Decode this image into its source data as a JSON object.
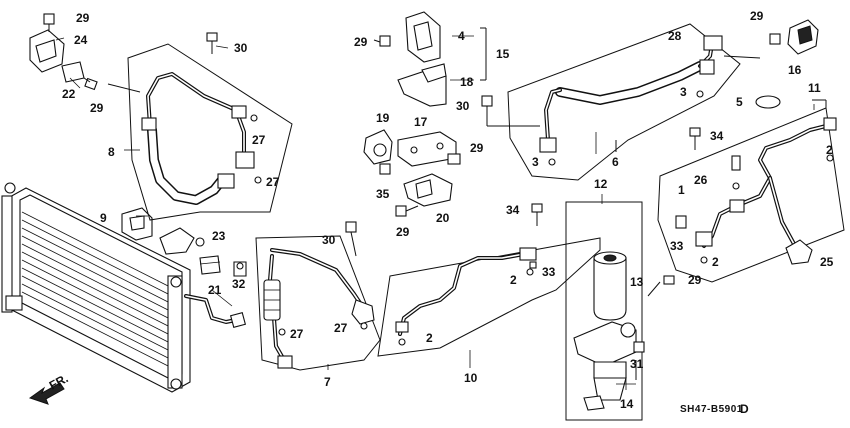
{
  "diagram": {
    "labels": [
      {
        "key": "l29a",
        "text": "29"
      },
      {
        "key": "l24",
        "text": "24"
      },
      {
        "key": "l22",
        "text": "22"
      },
      {
        "key": "l29b",
        "text": "29"
      },
      {
        "key": "l30a",
        "text": "30"
      },
      {
        "key": "l8",
        "text": "8"
      },
      {
        "key": "l27a",
        "text": "27"
      },
      {
        "key": "l27b",
        "text": "27"
      },
      {
        "key": "l9",
        "text": "9"
      },
      {
        "key": "l23",
        "text": "23"
      },
      {
        "key": "l21",
        "text": "21"
      },
      {
        "key": "l32",
        "text": "32"
      },
      {
        "key": "l29c",
        "text": "29"
      },
      {
        "key": "l4",
        "text": "4"
      },
      {
        "key": "l15",
        "text": "15"
      },
      {
        "key": "l18",
        "text": "18"
      },
      {
        "key": "l30b",
        "text": "30"
      },
      {
        "key": "l19",
        "text": "19"
      },
      {
        "key": "l17",
        "text": "17"
      },
      {
        "key": "l29d",
        "text": "29"
      },
      {
        "key": "l35",
        "text": "35"
      },
      {
        "key": "l20",
        "text": "20"
      },
      {
        "key": "l29e",
        "text": "29"
      },
      {
        "key": "l30c",
        "text": "30"
      },
      {
        "key": "l27c",
        "text": "27"
      },
      {
        "key": "l27d",
        "text": "27"
      },
      {
        "key": "l7",
        "text": "7"
      },
      {
        "key": "l28",
        "text": "28"
      },
      {
        "key": "l29f",
        "text": "29"
      },
      {
        "key": "l16",
        "text": "16"
      },
      {
        "key": "l3a",
        "text": "3"
      },
      {
        "key": "l5",
        "text": "5"
      },
      {
        "key": "l3b",
        "text": "3"
      },
      {
        "key": "l6",
        "text": "6"
      },
      {
        "key": "l34a",
        "text": "34"
      },
      {
        "key": "l11",
        "text": "11"
      },
      {
        "key": "l2a",
        "text": "2"
      },
      {
        "key": "l26",
        "text": "26"
      },
      {
        "key": "l1",
        "text": "1"
      },
      {
        "key": "l33a",
        "text": "33"
      },
      {
        "key": "l2b",
        "text": "2"
      },
      {
        "key": "l25",
        "text": "25"
      },
      {
        "key": "l12",
        "text": "12"
      },
      {
        "key": "l34b",
        "text": "34"
      },
      {
        "key": "l13",
        "text": "13"
      },
      {
        "key": "l29g",
        "text": "29"
      },
      {
        "key": "l2c",
        "text": "2"
      },
      {
        "key": "l33b",
        "text": "33"
      },
      {
        "key": "l2d",
        "text": "2"
      },
      {
        "key": "l10",
        "text": "10"
      },
      {
        "key": "l31",
        "text": "31"
      },
      {
        "key": "l14",
        "text": "14"
      }
    ],
    "direction_label": "FR.",
    "diagram_code": "SH47-B5901",
    "diagram_code_suffix": "D"
  }
}
